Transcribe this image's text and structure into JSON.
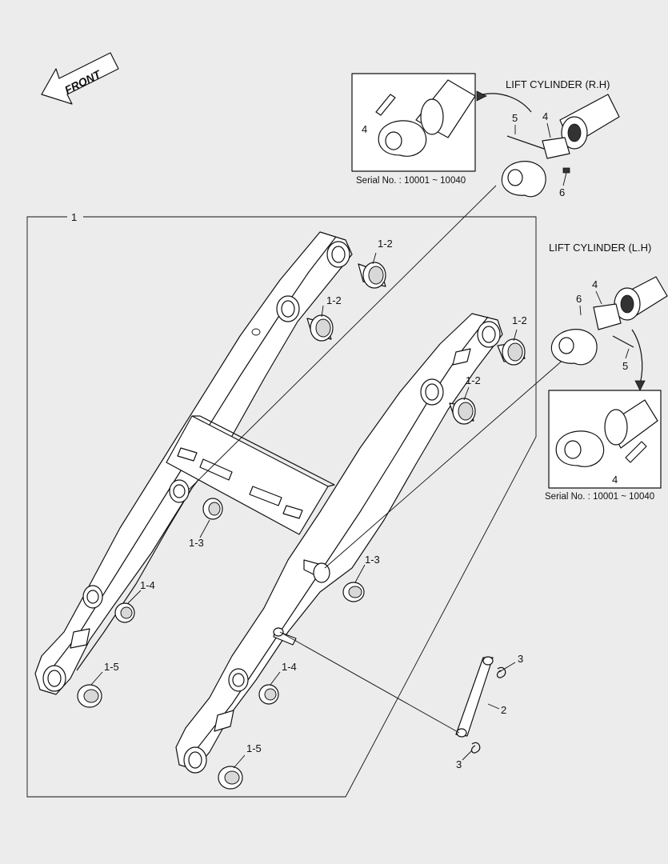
{
  "front_arrow": {
    "label": "FRONT"
  },
  "callouts": {
    "main_frame": "1",
    "link": "2",
    "pin_clip_upper": "3",
    "pin_clip_lower": "3",
    "rh_bushing_upper_a": "1-2",
    "rh_bushing_upper_b": "1-2",
    "lh_bushing_upper_a": "1-2",
    "lh_bushing_upper_b": "1-2",
    "rh_bushing_mid": "1-3",
    "lh_bushing_mid": "1-3",
    "rh_bushing_lower": "1-4",
    "lh_bushing_lower": "1-4",
    "rh_bushing_foot": "1-5",
    "lh_bushing_foot": "1-5"
  },
  "lift_cylinder_rh": {
    "title": "LIFT CYLINDER (R.H)",
    "parts": {
      "pin": "5",
      "bushing": "4",
      "bolt": "6"
    },
    "inset": {
      "part": "4",
      "serial": "Serial No. : 10001 ~ 10040"
    }
  },
  "lift_cylinder_lh": {
    "title": "LIFT CYLINDER (L.H)",
    "parts": {
      "pin": "5",
      "bushing": "4",
      "bolt": "6"
    },
    "inset": {
      "part": "4",
      "serial": "Serial No. : 10001 ~ 10040"
    }
  },
  "colors": {
    "background": "#ececec",
    "line": "#111111",
    "fill": "#ffffff"
  }
}
